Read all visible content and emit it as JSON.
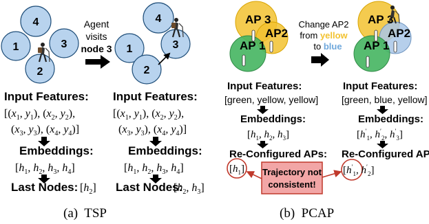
{
  "tsp": {
    "nodes_before": [
      "4",
      "1",
      "3",
      "2"
    ],
    "nodes_after": [
      "4",
      "1",
      "3",
      "2"
    ],
    "agent_caption": [
      "Agent",
      "visits",
      "node 3"
    ],
    "input_features_title": "Input Features:",
    "input_line1": "[(x1, y1), (x2, y2),",
    "input_line2": "(x3, y3), (x4, y4)]",
    "embeddings_title": "Embeddings:",
    "embeddings_value": "[h1, h2, h3, h4]",
    "last_nodes_title": "Last Nodes:",
    "last_nodes_left": "[h2]",
    "last_nodes_right": "[h2, h3]",
    "caption": "(a)  TSP"
  },
  "pcap": {
    "ap3": "AP 3",
    "ap2": "AP2",
    "ap1": "AP 1",
    "change_line1": "Change AP2",
    "change_from": "from",
    "change_yellow": "yellow",
    "change_to": "to",
    "change_blue": "blue",
    "input_features_title": "Input Features:",
    "input_left": "[green, yellow, yellow]",
    "input_right": "[green, blue, yellow]",
    "embeddings_title": "Embeddings:",
    "emb_left": "[h1, h2, h3]",
    "emb_right": "[h'1, h'2, h'3]",
    "reconfig_title": "Re-Configured APs:",
    "reconfig_left": "[h1]",
    "reconfig_right": "[h'1, h'2]",
    "callout_line1": "Trajectory not",
    "callout_line2": "consistent!",
    "caption": "(b)  PCAP"
  },
  "colors": {
    "node_fill": "#b8d3ee",
    "node_stroke": "#1f4e79",
    "ap_yellow": "#f2c230",
    "ap_green": "#45b560",
    "ap_blue": "#a9c7e8",
    "callout_fill": "#f2a6a6",
    "callout_stroke": "#c0392b",
    "text_yellow": "#f2c230",
    "text_blue": "#6fa8dc"
  }
}
